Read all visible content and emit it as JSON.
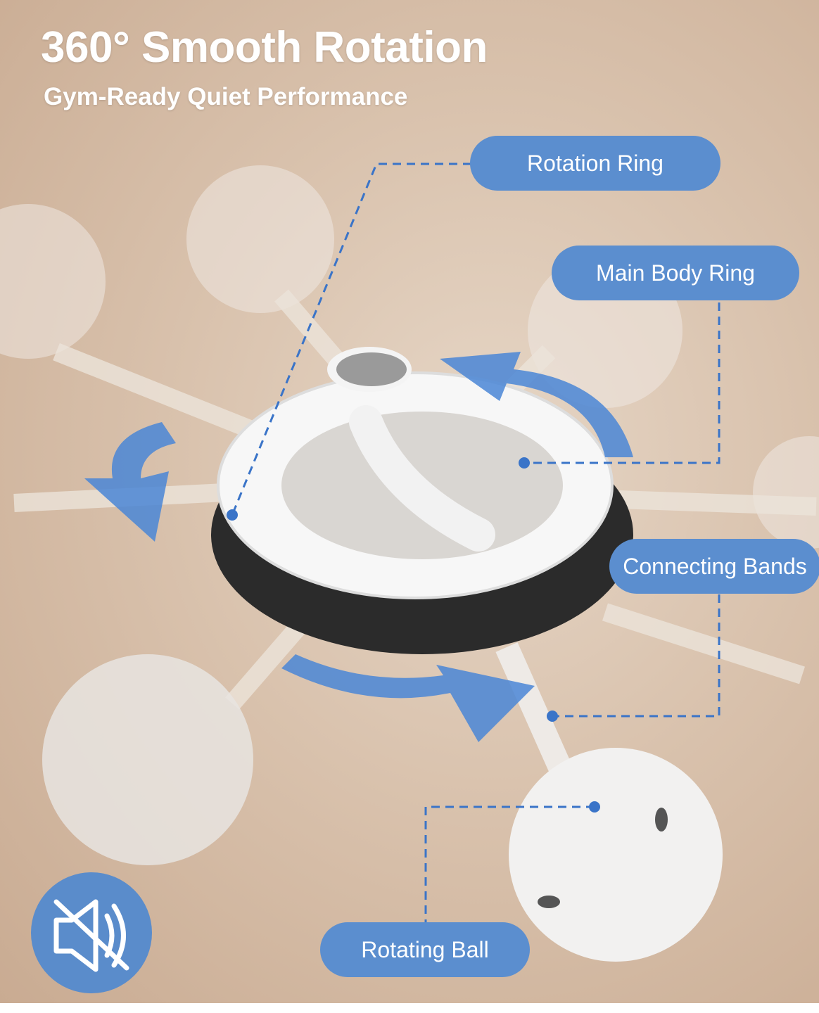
{
  "header": {
    "title": "360° Smooth Rotation",
    "subtitle": "Gym-Ready Quiet Performance"
  },
  "labels": {
    "rotation_ring": "Rotation Ring",
    "main_body_ring": "Main Body Ring",
    "connecting_bands": "Connecting Bands",
    "rotating_ball": "Rotating Ball"
  },
  "icons": {
    "mute": "speaker-muted-icon"
  },
  "colors": {
    "accent": "#5b8ecf",
    "background": "#d9c2ad"
  }
}
